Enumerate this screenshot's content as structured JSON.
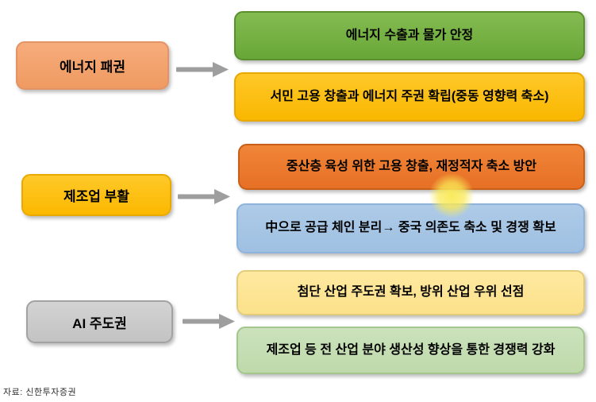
{
  "source_note": "자료:  신한투자증권",
  "colors": {
    "arrow": "#9E9E9E",
    "highlight_glow": "#FAE955",
    "text": "#000000",
    "background": "#FFFFFF",
    "category_fills": [
      "#F2A06C",
      "#FFC000",
      "#C9C9C9"
    ],
    "outcome_fills": [
      [
        "#76B243",
        "#FFC000"
      ],
      [
        "#ED7D31",
        "#9DC3E6"
      ],
      [
        "#FFE699",
        "#C5E0B4"
      ]
    ]
  },
  "rows": [
    {
      "category": {
        "label": "에너지 패권",
        "fill": "#F2A06C"
      },
      "outcomes": [
        {
          "label": "에너지 수출과 물가 안정",
          "fill": "#76B243"
        },
        {
          "label": "서민 고용 창출과 에너지 주권 확립(중동 영향력 축소)",
          "fill": "#FFC000"
        }
      ]
    },
    {
      "category": {
        "label": "제조업 부활",
        "fill": "#FFC000"
      },
      "outcomes": [
        {
          "label": "중산층 육성 위한 고용 창출, 재정적자 축소 방안",
          "fill": "#ED7D31"
        },
        {
          "label": "中으로 공급 체인 분리→ 중국 의존도 축소 및 경쟁 확보",
          "fill": "#9DC3E6"
        }
      ]
    },
    {
      "category": {
        "label": "AI 주도권",
        "fill": "#C9C9C9"
      },
      "outcomes": [
        {
          "label": "첨단 산업 주도권 확보, 방위 산업 우위 선점",
          "fill": "#FFE699"
        },
        {
          "label": "제조업 등 전 산업 분야 생산성 향상을 통한 경쟁력 강화",
          "fill": "#C5E0B4"
        }
      ]
    }
  ]
}
